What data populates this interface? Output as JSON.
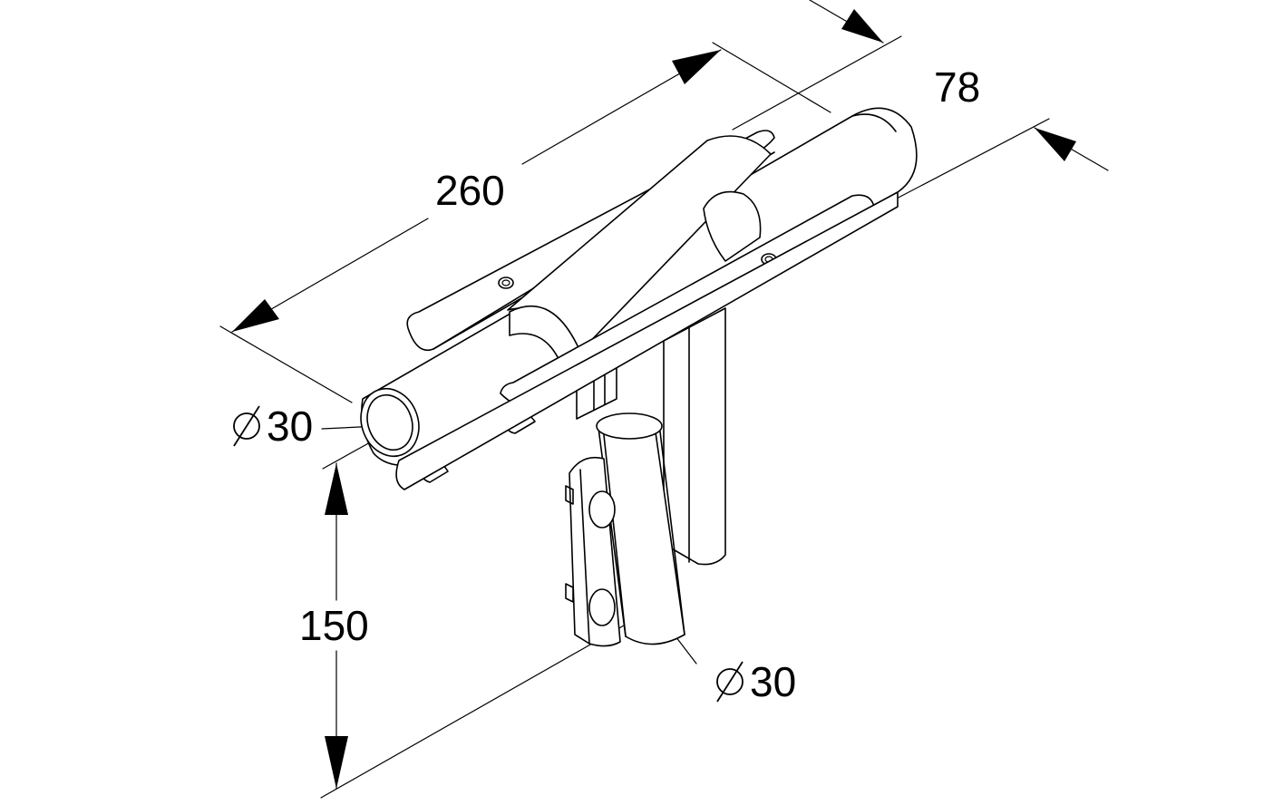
{
  "dimensions": {
    "length": "260",
    "width": "78",
    "height": "150",
    "tube_diameter_horizontal": "30",
    "tube_diameter_vertical": "30"
  },
  "symbols": {
    "diameter": "diameter-symbol"
  },
  "colors": {
    "line": "#000000",
    "background": "#ffffff"
  }
}
